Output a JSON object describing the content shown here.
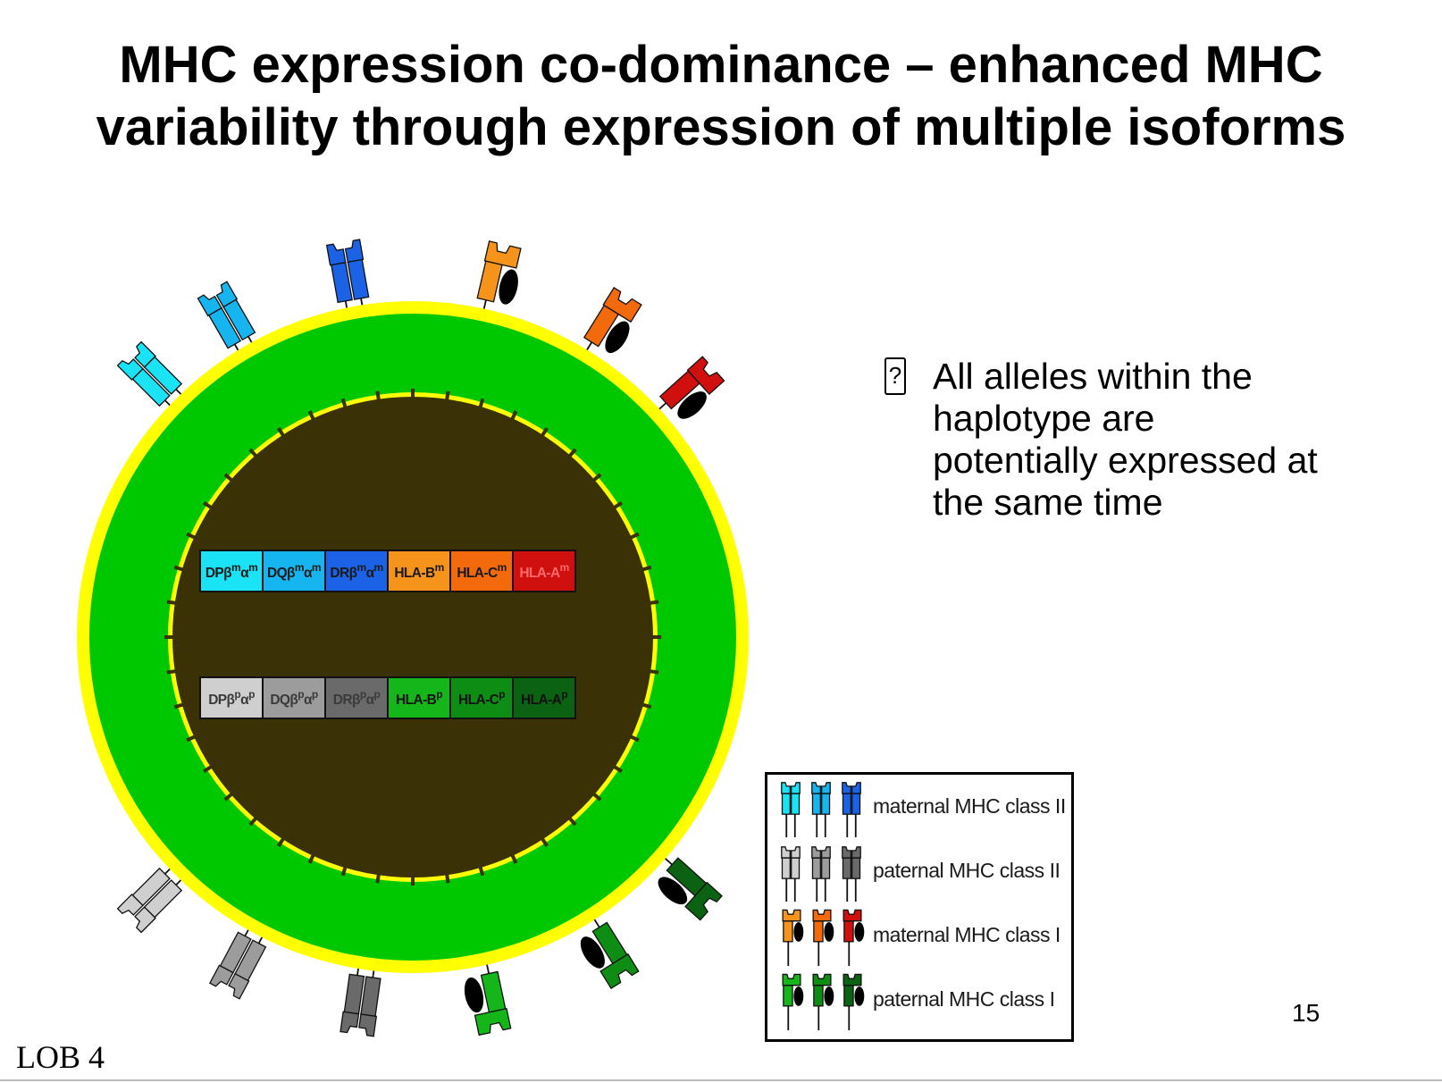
{
  "slide": {
    "title_line1": "MHC expression co-dominance – enhanced MHC",
    "title_line2": "variability through expression of multiple isoforms",
    "bullet_marker": "?",
    "bullet_text": "All alleles within the haplotype are potentially expressed at the same time",
    "slide_number": "15",
    "footer_label": "LOB 4"
  },
  "maternal_genes": [
    {
      "base": "DPβ",
      "sup": "m",
      "base2": "α",
      "sup2": "m",
      "color": "#19e3f5"
    },
    {
      "base": "DQβ",
      "sup": "m",
      "base2": "α",
      "sup2": "m",
      "color": "#17b5ef"
    },
    {
      "base": "DRβ",
      "sup": "m",
      "base2": "α",
      "sup2": "m",
      "color": "#1c62e6"
    },
    {
      "base": "HLA-B",
      "sup": "m",
      "base2": "",
      "sup2": "",
      "color": "#f6931b"
    },
    {
      "base": "HLA-C",
      "sup": "m",
      "base2": "",
      "sup2": "",
      "color": "#f26a0c"
    },
    {
      "base": "HLA-A",
      "sup": "m",
      "base2": "",
      "sup2": "",
      "color": "#d0100f"
    }
  ],
  "paternal_genes": [
    {
      "base": "DPβ",
      "sup": "p",
      "base2": "α",
      "sup2": "p",
      "color": "#cfcfcf"
    },
    {
      "base": "DQβ",
      "sup": "p",
      "base2": "α",
      "sup2": "p",
      "color": "#9c9c9c"
    },
    {
      "base": "DRβ",
      "sup": "p",
      "base2": "α",
      "sup2": "p",
      "color": "#6a6a6a"
    },
    {
      "base": "HLA-B",
      "sup": "p",
      "base2": "",
      "sup2": "",
      "color": "#14b61a"
    },
    {
      "base": "HLA-C",
      "sup": "p",
      "base2": "",
      "sup2": "",
      "color": "#0e8d15"
    },
    {
      "base": "HLA-A",
      "sup": "p",
      "base2": "",
      "sup2": "",
      "color": "#0b6213"
    }
  ],
  "legend": [
    {
      "label": "maternal MHC class II",
      "colors": [
        "#19e3f5",
        "#17b5ef",
        "#1c62e6"
      ],
      "class": "II"
    },
    {
      "label": "paternal MHC class II",
      "colors": [
        "#cfcfcf",
        "#9c9c9c",
        "#6a6a6a"
      ],
      "class": "II"
    },
    {
      "label": "maternal MHC class I",
      "colors": [
        "#f6931b",
        "#f26a0c",
        "#d0100f"
      ],
      "class": "I"
    },
    {
      "label": "paternal MHC class I",
      "colors": [
        "#14b61a",
        "#0e8d15",
        "#0b6213"
      ],
      "class": "I"
    }
  ],
  "colors": {
    "membrane": "#ffff00",
    "cytoplasm": "#00c800",
    "nucleus": "#3a3106",
    "nuclear_pore": "#ffff00"
  }
}
